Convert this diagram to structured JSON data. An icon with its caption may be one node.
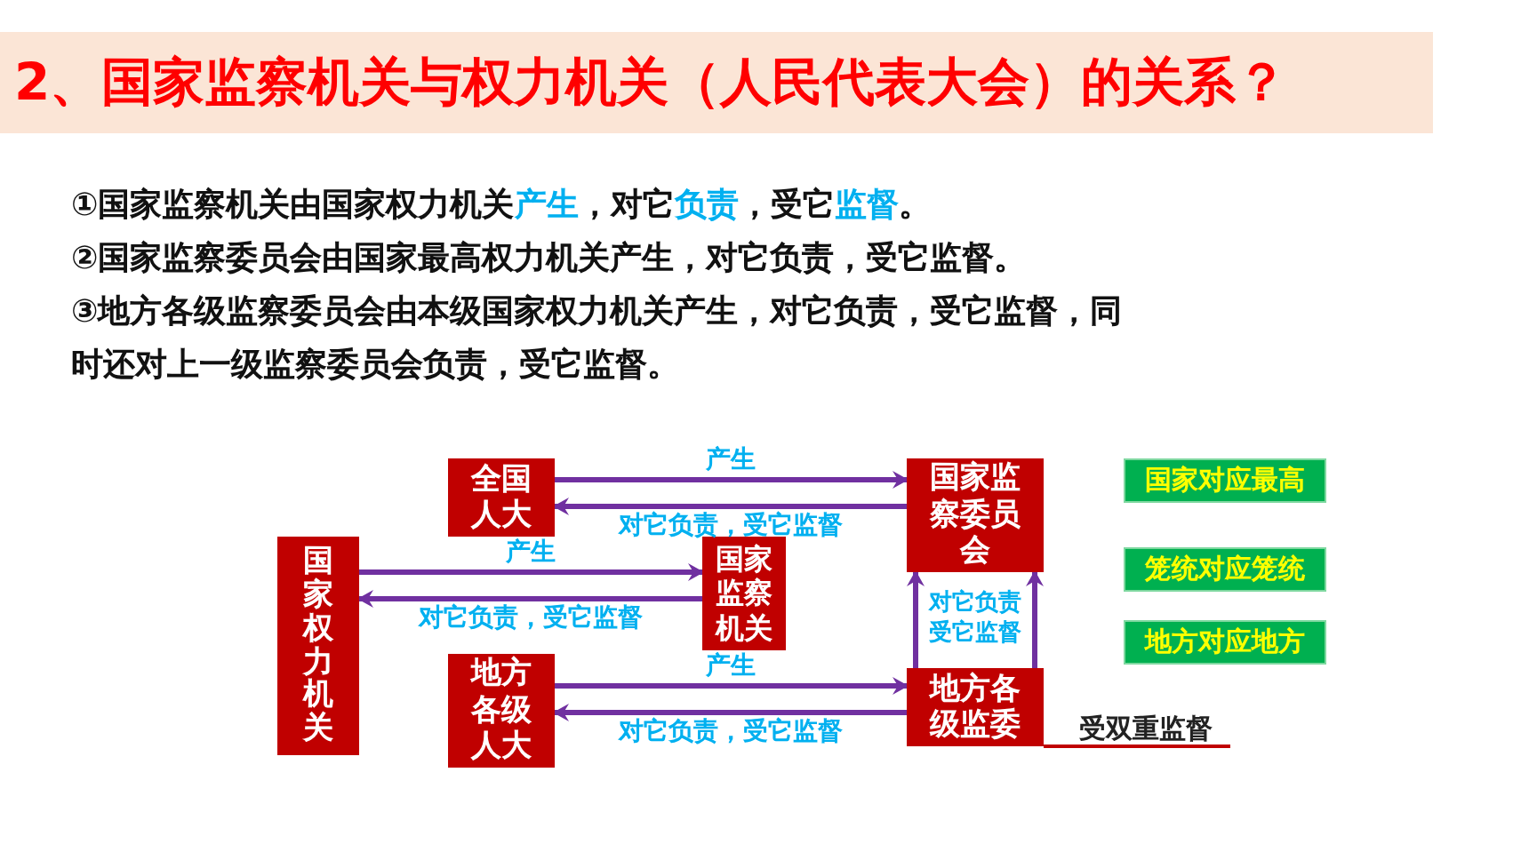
{
  "diagram": {
    "title": "2、国家监察机关与权力机关（人民代表大会）的关系？",
    "nodes": [
      {
        "text": [
          "全国人大"
        ]
      },
      {
        "text": [
          "国家监察委员会"
        ]
      },
      {
        "text": [
          "国家权力机关"
        ]
      },
      {
        "text": [
          "国家监察机关"
        ]
      },
      {
        "text": [
          "地方各级人大"
        ]
      },
      {
        "text": [
          "地方各级监委"
        ],
        "beside": [
          "受双重监督"
        ]
      },
      {
        "text": [
          "国家对应最高"
        ]
      },
      {
        "text": [
          "笼统对应笼统"
        ]
      },
      {
        "text": [
          "地方对应地方"
        ]
      }
    ],
    "edges": [
      {
        "from": 0,
        "to": 1,
        "arrow": "to",
        "label": "产生"
      },
      {
        "from": 1,
        "to": 0,
        "arrow": "to",
        "label": "对它负责，受它监督"
      },
      {
        "from": 2,
        "to": 3,
        "arrow": "to",
        "label": "产生"
      },
      {
        "from": 3,
        "to": 2,
        "arrow": "to",
        "label": "对它负责，受它监督"
      },
      {
        "from": 4,
        "to": 5,
        "arrow": "to",
        "label": "产生"
      },
      {
        "from": 5,
        "to": 4,
        "arrow": "to",
        "label": "对它负责，受它监督"
      },
      {
        "from": 5,
        "to": 1,
        "arrow": "to",
        "label": "对它负责"
      },
      {
        "from": 5,
        "to": 1,
        "arrow": "to",
        "label": "受它监督"
      }
    ],
    "labels": [
      "①国家监察机关由国家权力机关**产生**，对它**负责**，受它**监督**。",
      "②国家监察委员会由国家最高权力机关产生，对它负责，受它监督。",
      "③地方各级监察委员会由本级国家权力机关产生，对它负责，受它监督，同时还对上一级监察委员会负责，受它监督。"
    ]
  }
}
